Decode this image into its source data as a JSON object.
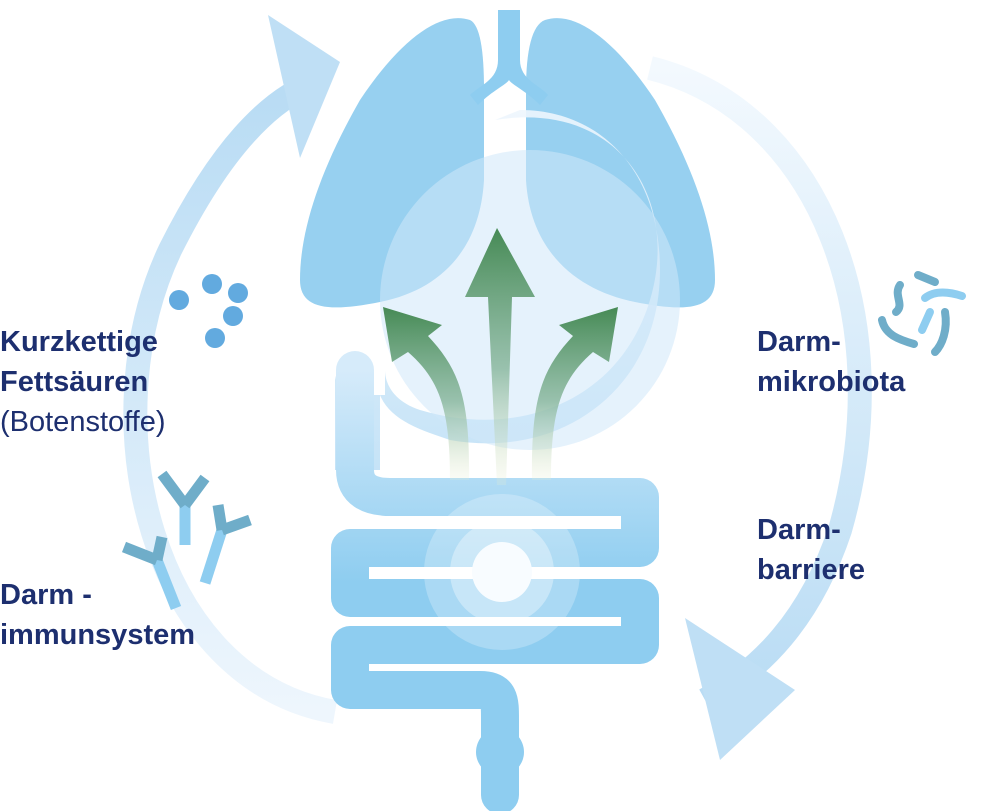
{
  "labels": {
    "scfa": {
      "line1": "Kurzkettige",
      "line2": "Fettsäuren",
      "line3": "(Botenstoffe)"
    },
    "immune": {
      "line1": "Darm -",
      "line2": "immunsystem"
    },
    "microbiota": {
      "line1": "Darm-",
      "line2": "mikrobiota"
    },
    "barrier": {
      "line1": "Darm-",
      "line2": "barriere"
    }
  },
  "colors": {
    "text": "#1d2f6f",
    "organ": "#8ecdf0",
    "arrow_green": "#4a8a55",
    "cycle": "#c5e2f6",
    "dots": "#62aadf",
    "antibody_dark": "#6fadc9"
  }
}
